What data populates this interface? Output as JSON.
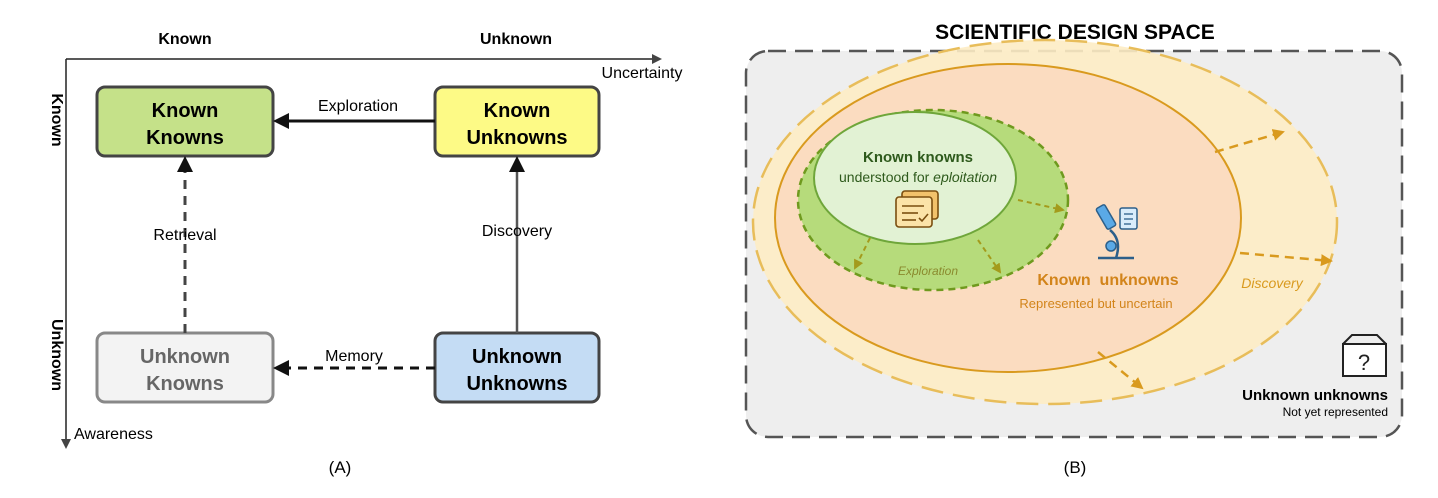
{
  "panel_a": {
    "col_headers": {
      "known": "Known",
      "unknown": "Unknown"
    },
    "row_headers": {
      "known": "Known",
      "unknown": "Unknown"
    },
    "axis_x_label": "Uncertainty",
    "axis_y_label": "Awareness",
    "boxes": {
      "known_knowns": {
        "line1": "Known",
        "line2": "Knowns",
        "fill": "#c5e189"
      },
      "known_unknowns": {
        "line1": "Known",
        "line2": "Unknowns",
        "fill": "#fdfa86"
      },
      "unknown_knowns": {
        "line1": "Unknown",
        "line2": "Knowns",
        "fill": "#f3f3f3"
      },
      "unknown_unknowns": {
        "line1": "Unknown",
        "line2": "Unknowns",
        "fill": "#c4dcf4"
      }
    },
    "arrows": {
      "exploration": "Exploration",
      "retrieval": "Retrieval",
      "discovery": "Discovery",
      "memory": "Memory"
    },
    "caption": "(A)"
  },
  "panel_b": {
    "title": "SCIENTIFIC DESIGN SPACE",
    "known_knowns": {
      "title": "Known knowns",
      "subtitle_prefix": "understood for ",
      "subtitle_emph": "eploitation"
    },
    "exploration_label": "Exploration",
    "known_unknowns": {
      "title": "Known  unknowns",
      "subtitle": "Represented but uncertain"
    },
    "discovery_label": "Discovery",
    "unknown_unknowns": {
      "title": "Unknown unknowns",
      "subtitle": "Not yet represented"
    },
    "icons": [
      "document-stack-icon",
      "microscope-icon",
      "question-box-icon"
    ],
    "colors": {
      "green": "#8cc63f",
      "orange": "#d99a1e",
      "gray_bg": "#eeeeee"
    },
    "caption": "(B)"
  }
}
